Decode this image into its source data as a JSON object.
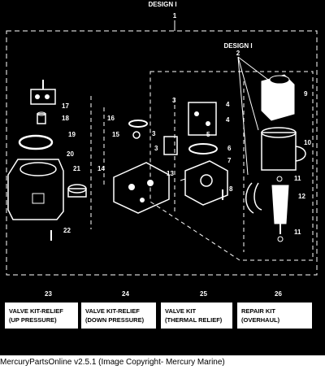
{
  "header": {
    "design_label": "DESIGN I",
    "design_ref": "1"
  },
  "inner_group": {
    "design_label": "DESIGN I",
    "design_ref": "2"
  },
  "callouts": [
    {
      "id": "c3a",
      "text": "3"
    },
    {
      "id": "c3b",
      "text": "3"
    },
    {
      "id": "c3c",
      "text": "3"
    },
    {
      "id": "c4a",
      "text": "4"
    },
    {
      "id": "c4b",
      "text": "4"
    },
    {
      "id": "c5",
      "text": "5"
    },
    {
      "id": "c6",
      "text": "6"
    },
    {
      "id": "c7",
      "text": "7"
    },
    {
      "id": "c8",
      "text": "8"
    },
    {
      "id": "c9",
      "text": "9"
    },
    {
      "id": "c10",
      "text": "10"
    },
    {
      "id": "c11a",
      "text": "11"
    },
    {
      "id": "c11b",
      "text": "11"
    },
    {
      "id": "c12",
      "text": "12"
    },
    {
      "id": "c13",
      "text": "13"
    },
    {
      "id": "c14",
      "text": "14"
    },
    {
      "id": "c15",
      "text": "15"
    },
    {
      "id": "c16",
      "text": "16"
    },
    {
      "id": "c17",
      "text": "17"
    },
    {
      "id": "c18",
      "text": "18"
    },
    {
      "id": "c19",
      "text": "19"
    },
    {
      "id": "c20",
      "text": "20"
    },
    {
      "id": "c21",
      "text": "21"
    },
    {
      "id": "c22",
      "text": "22"
    }
  ],
  "kits": [
    {
      "number": "23",
      "line1": "VALVE KIT-RELIEF",
      "line2": "(UP PRESSURE)"
    },
    {
      "number": "24",
      "line1": "VALVE KIT-RELIEF",
      "line2": "(DOWN PRESSURE)"
    },
    {
      "number": "25",
      "line1": "VALVE KIT",
      "line2": "(THERMAL RELIEF)"
    },
    {
      "number": "26",
      "line1": "REPAIR KIT",
      "line2": "(OVERHAUL)"
    }
  ],
  "caption": "MercuryPartsOnline v2.5.1 (Image Copyright- Mercury Marine)"
}
